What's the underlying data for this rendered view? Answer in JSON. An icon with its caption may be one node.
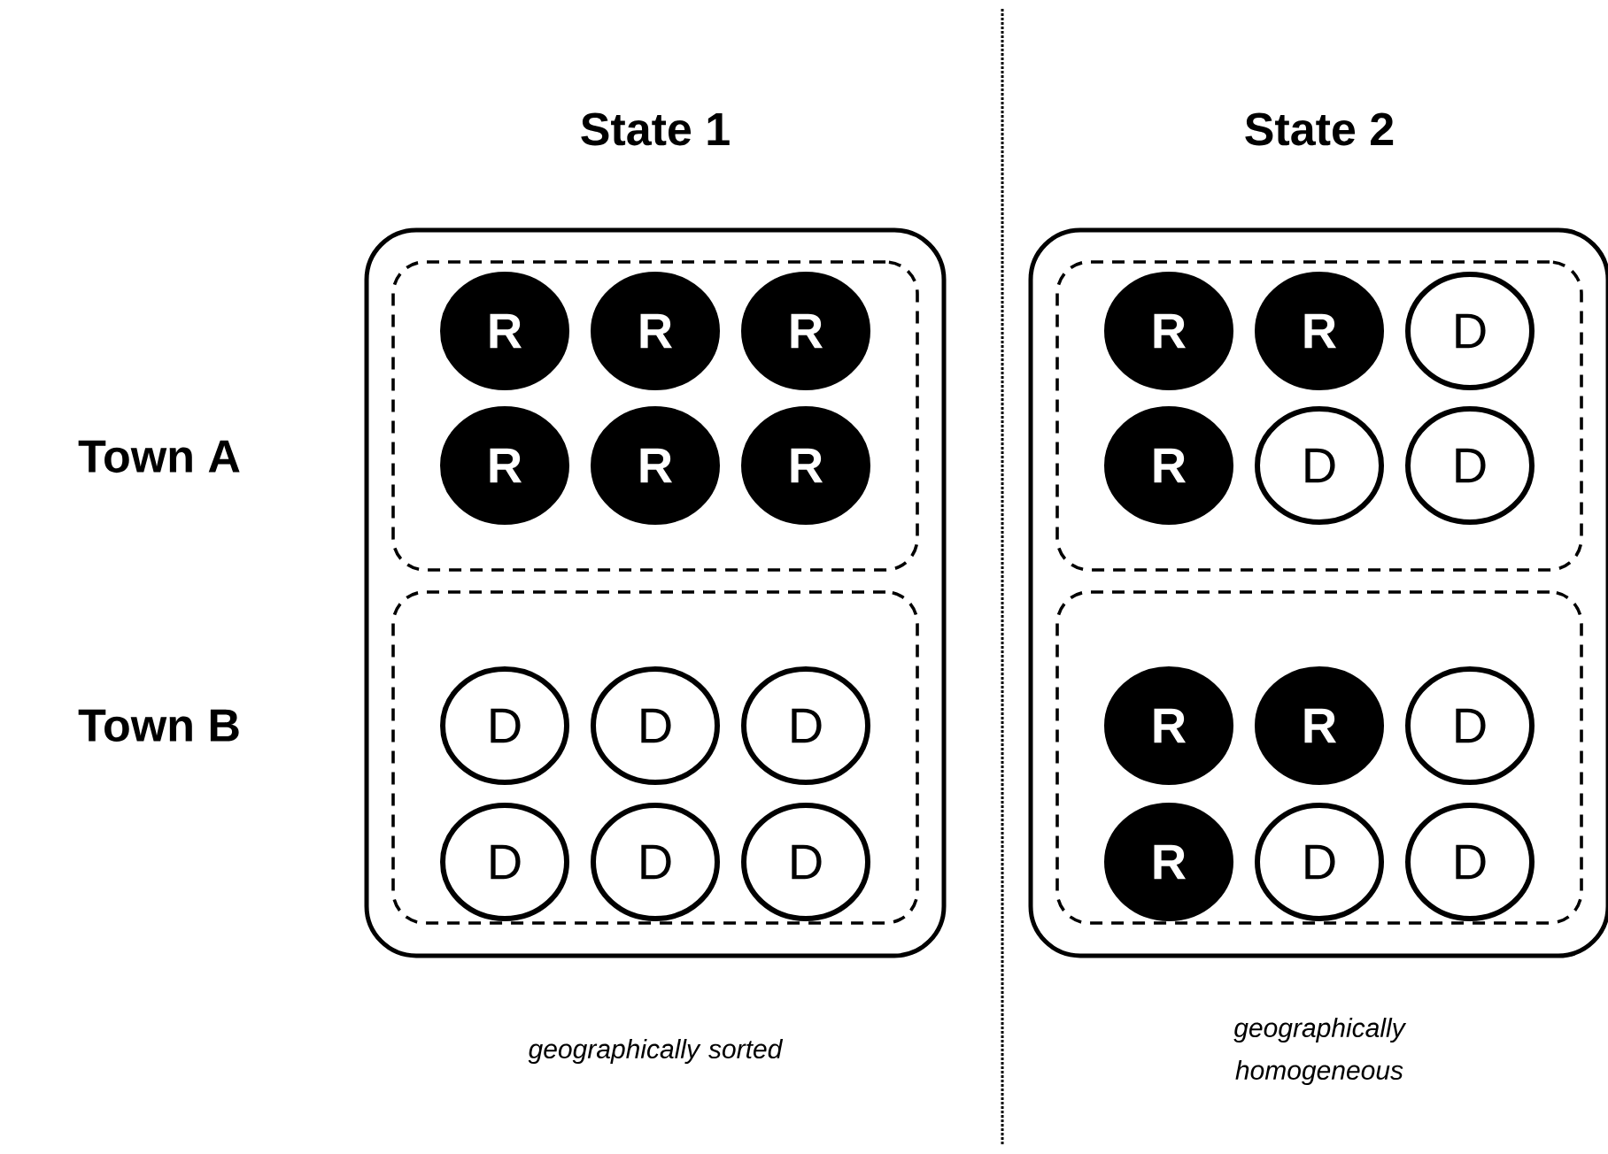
{
  "diagram": {
    "nodes": [
      {
        "text": [
          "State 1"
        ],
        "beside": [
          "geographically sorted"
        ]
      },
      {
        "text": [],
        "shape": "box",
        "in": 0
      },
      {
        "text": [
          "R"
        ],
        "in": 1
      },
      {
        "text": [
          "R"
        ],
        "in": 1
      },
      {
        "text": [
          "R"
        ],
        "in": 1
      },
      {
        "text": [
          "R"
        ],
        "in": 1
      },
      {
        "text": [
          "R"
        ],
        "in": 1
      },
      {
        "text": [
          "R"
        ],
        "in": 1
      },
      {
        "text": [],
        "shape": "box",
        "in": 0
      },
      {
        "text": [
          "D"
        ],
        "in": 8
      },
      {
        "text": [
          "D"
        ],
        "in": 8
      },
      {
        "text": [
          "D"
        ],
        "in": 8
      },
      {
        "text": [
          "D"
        ],
        "in": 8
      },
      {
        "text": [
          "D"
        ],
        "in": 8
      },
      {
        "text": [
          "D"
        ],
        "in": 8
      },
      {
        "text": [
          "State 2"
        ],
        "beside": [
          "geographically homogeneous"
        ]
      },
      {
        "text": [],
        "shape": "box",
        "in": 15
      },
      {
        "text": [
          "R"
        ],
        "in": 16
      },
      {
        "text": [
          "R"
        ],
        "in": 16
      },
      {
        "text": [
          "D"
        ],
        "in": 16
      },
      {
        "text": [
          "R"
        ],
        "in": 16
      },
      {
        "text": [
          "D"
        ],
        "in": 16
      },
      {
        "text": [
          "D"
        ],
        "in": 16
      },
      {
        "text": [],
        "shape": "box",
        "in": 15
      },
      {
        "text": [
          "R"
        ],
        "in": 23
      },
      {
        "text": [
          "R"
        ],
        "in": 23
      },
      {
        "text": [
          "D"
        ],
        "in": 23
      },
      {
        "text": [
          "R"
        ],
        "in": 23
      },
      {
        "text": [
          "D"
        ],
        "in": 23
      },
      {
        "text": [
          "D"
        ],
        "in": 23
      }
    ],
    "labels": [
      "Town A",
      "Town B"
    ]
  }
}
